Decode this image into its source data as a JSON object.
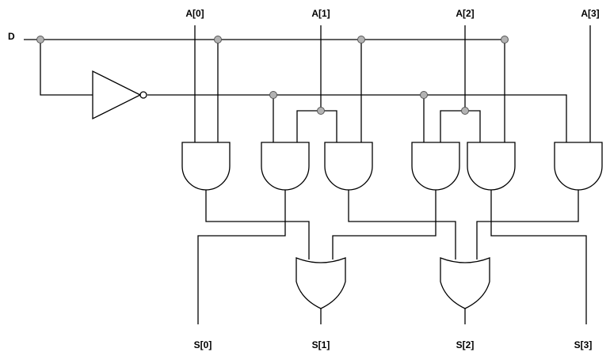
{
  "inputs": {
    "d": "D",
    "a0": "A[0]",
    "a1": "A[1]",
    "a2": "A[2]",
    "a3": "A[3]"
  },
  "outputs": {
    "s0": "S[0]",
    "s1": "S[1]",
    "s2": "S[2]",
    "s3": "S[3]"
  },
  "gates": {
    "not": 1,
    "and": 6,
    "or": 2
  },
  "colors": {
    "wire": "#000000",
    "junction": "#b3b3b3",
    "background": "#ffffff"
  }
}
